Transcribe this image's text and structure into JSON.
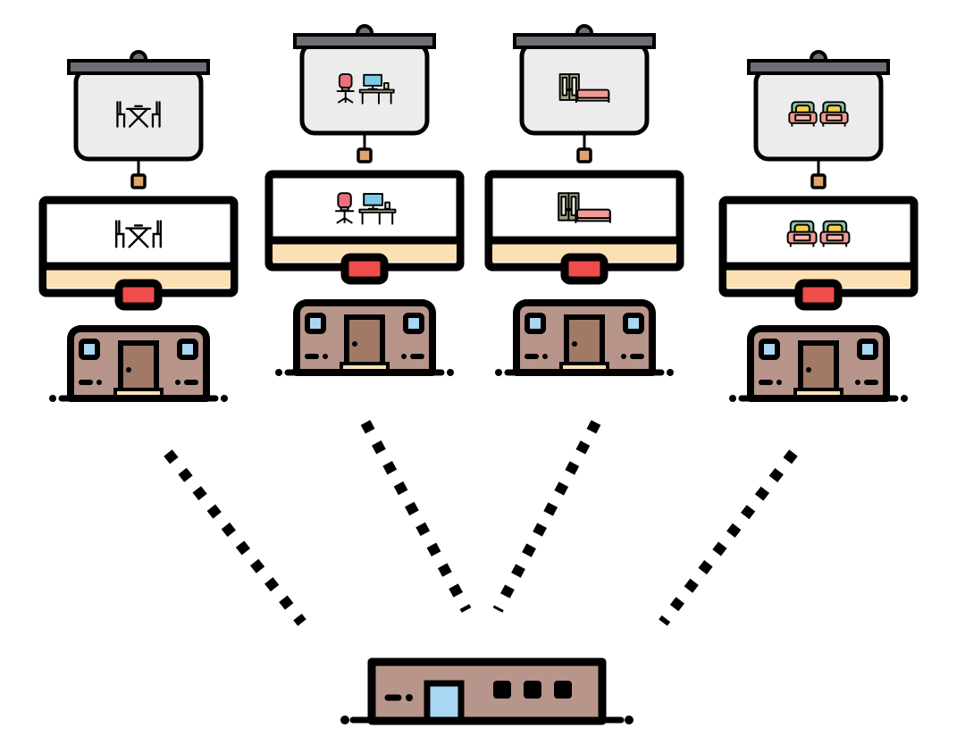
{
  "colors": {
    "outline": "#000000",
    "board_fill": "#ececec",
    "board_bar": "#6e6e74",
    "peg": "#e3a36b",
    "screen_fill": "#ffffff",
    "screen_strip": "#fbe0b4",
    "screen_button": "#ef4c4c",
    "house_wall": "#b8958a",
    "house_door": "#a07a67",
    "house_step": "#fbe0b4",
    "house_window": "#a9d6f2",
    "hub_wall": "#b8958a",
    "hub_window": "#a9d6f2"
  },
  "units": [
    {
      "name": "dining",
      "icon": "dining-set-icon"
    },
    {
      "name": "office",
      "icon": "office-desk-icon"
    },
    {
      "name": "bedroom",
      "icon": "bedroom-icon"
    },
    {
      "name": "lounge",
      "icon": "armchairs-icon"
    }
  ],
  "hub": {
    "icon": "hub-building-icon"
  }
}
